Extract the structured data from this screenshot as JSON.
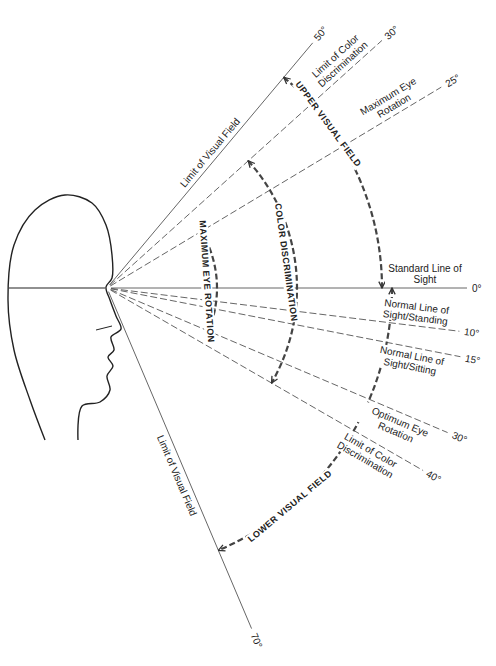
{
  "diagram": {
    "labels": [
      "Limit of Visual Field",
      "50°",
      "Limit of Color Discrimination",
      "30°",
      "Maximum Eye Rotation",
      "25°",
      "UPPER VISUAL FIELD",
      "MAXIMUM EYE ROTATION",
      "COLOR DISCRIMINATION",
      "Standard Line of Sight",
      "0°",
      "Normal Line of Sight/Standing",
      "10°",
      "Normal Line of Sight/Sitting",
      "15°",
      "Optimum Eye Rotation",
      "30°",
      "Limit of Color Discrimination",
      "40°",
      "LOWER VISUAL FIELD",
      "Limit of Visual Field",
      "70°"
    ]
  }
}
